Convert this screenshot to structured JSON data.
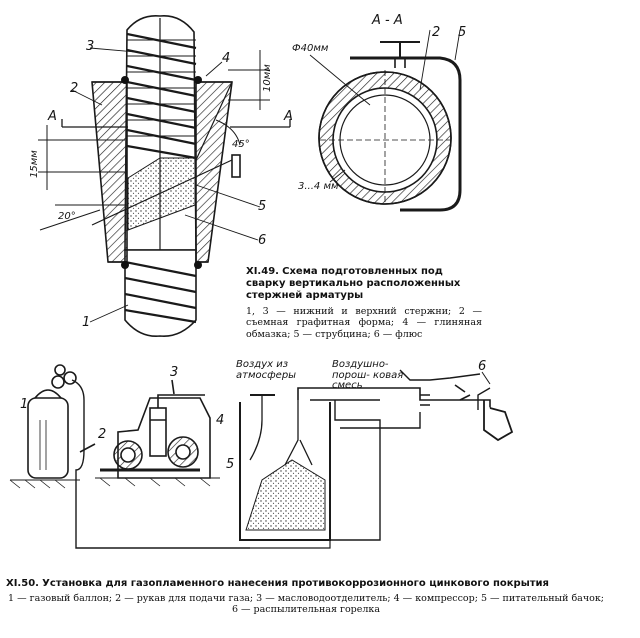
{
  "fig49": {
    "labels": {
      "n1": "1",
      "n2": "2",
      "n3": "3",
      "n4": "4",
      "n5": "5",
      "n6": "6",
      "section_a_left": "A",
      "section_a_right": "A",
      "dim_10": "10мм",
      "dim_15": "15мм",
      "angle_45": "45°",
      "angle_20": "20°"
    },
    "section": {
      "title": "А - А",
      "diameter": "Ф40мм",
      "gap": "3...4 мм",
      "n2": "2",
      "n5": "5"
    },
    "caption": {
      "number": "XI.49.",
      "title": "Схема подготовленных под сварку вертикально расположенных стержней арматуры",
      "legend": "1, 3 — нижний и верхний стержни; 2 — съемная графитная форма; 4 — глиняная обмазка; 5 — струбцина; 6 — флюс"
    }
  },
  "fig50": {
    "labels": {
      "n1": "1",
      "n2": "2",
      "n3": "3",
      "n4": "4",
      "n5": "5",
      "n6": "6",
      "air": "Воздух из атмосферы",
      "mix": "Воздушно-порош- ковая смесь"
    },
    "caption": {
      "number": "XI.50.",
      "title": "Установка для газопламенного нанесения противокоррозионного цинкового покрытия",
      "legend": "1 — газовый баллон; 2 — рукав для подачи газа; 3 — масловодоотделитель; 4 — компрессор; 5 — питательный бачок; 6 — распылительная горелка"
    }
  }
}
